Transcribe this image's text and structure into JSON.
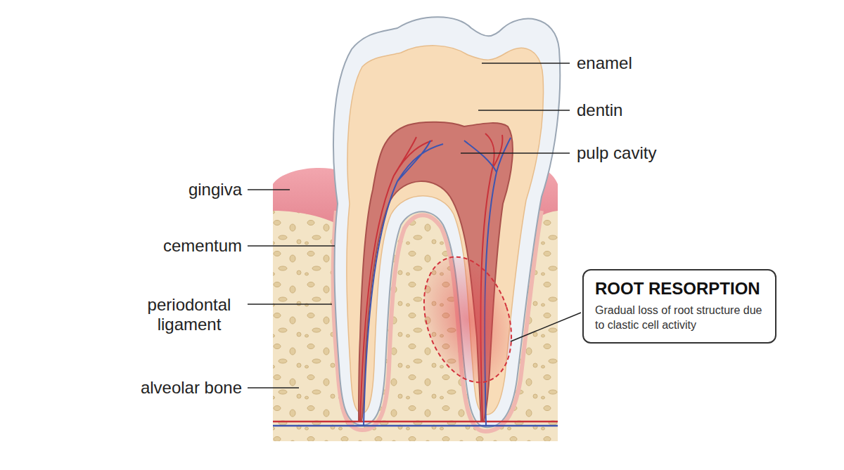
{
  "diagram": {
    "nodes": [
      {
        "text": [
          "ROOT RESORPTION",
          "Gradual loss of root structure due to clastic cell activity"
        ]
      }
    ],
    "labels": [
      "enamel",
      "dentin",
      "pulp cavity",
      "gingiva",
      "cementum",
      "periodontal ligament",
      "alveolar bone"
    ]
  }
}
